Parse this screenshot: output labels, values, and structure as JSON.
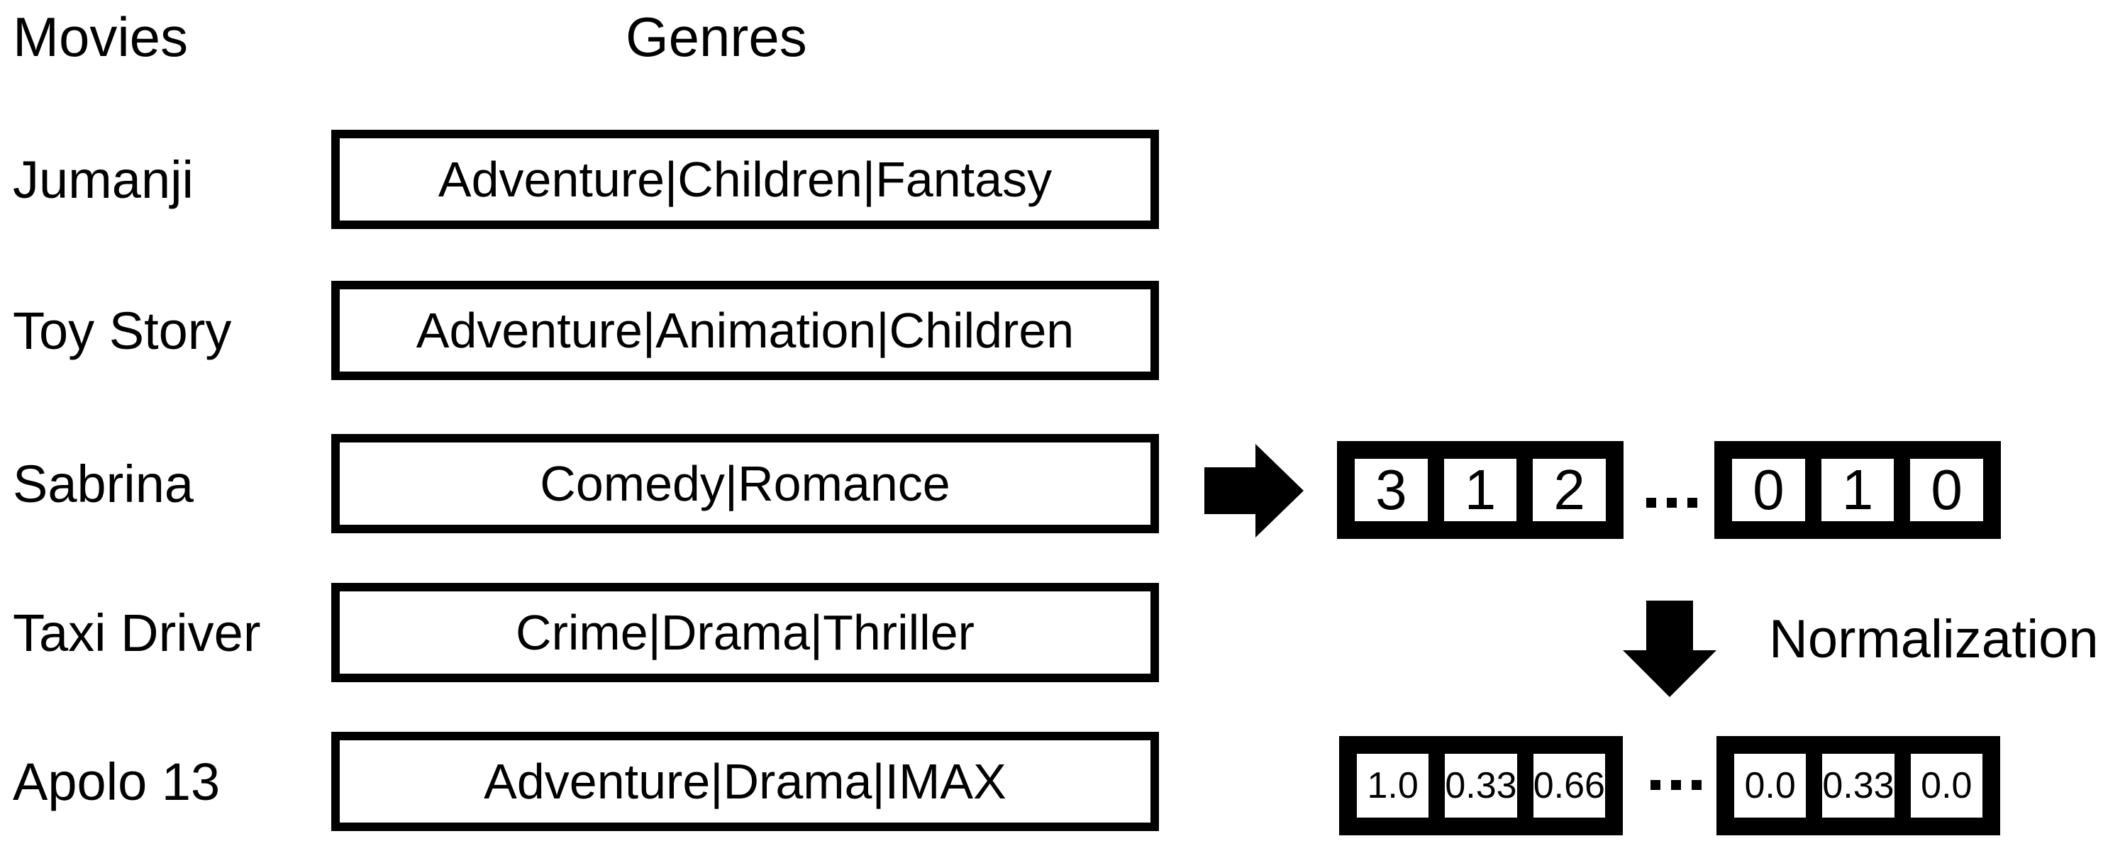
{
  "figure": {
    "background_color": "#ffffff",
    "ink_color": "#000000",
    "movies_header": "Movies",
    "genres_header": "Genres",
    "rows": [
      {
        "movie": "Jumanji",
        "genres": "Adventure|Children|Fantasy"
      },
      {
        "movie": "Toy Story",
        "genres": "Adventure|Animation|Children"
      },
      {
        "movie": "Sabrina",
        "genres": "Comedy|Romance"
      },
      {
        "movie": "Taxi Driver",
        "genres": "Crime|Drama|Thriller"
      },
      {
        "movie": "Apolo 13",
        "genres": "Adventure|Drama|IMAX"
      }
    ],
    "count_vector": {
      "left": [
        "3",
        "1",
        "2"
      ],
      "ellipsis": "···",
      "right": [
        "0",
        "1",
        "0"
      ]
    },
    "normalization_label": "Normalization",
    "normalized_vector": {
      "left": [
        "1.0",
        "0.33",
        "0.66"
      ],
      "ellipsis": "···",
      "right": [
        "0.0",
        "0.33",
        "0.0"
      ]
    },
    "icons": {
      "right_arrow": "right-arrow-icon",
      "down_arrow": "down-arrow-icon"
    }
  }
}
